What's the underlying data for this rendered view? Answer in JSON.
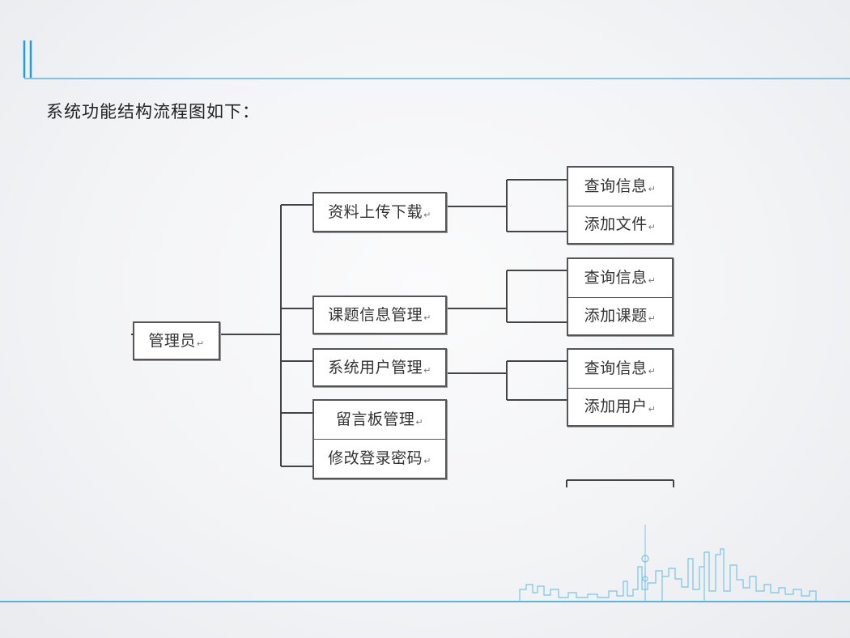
{
  "title": "系统功能结构流程图如下：",
  "return_mark": "↵",
  "nodes": {
    "admin": "管理员",
    "materials": "资料上传下载",
    "topics": "课题信息管理",
    "users": "系统用户管理",
    "board": "留言板管理",
    "password": "修改登录密码",
    "materials_query": "查询信息",
    "materials_add": "添加文件",
    "topics_query": "查询信息",
    "topics_add": "添加课题",
    "users_query": "查询信息",
    "users_add": "添加用户"
  }
}
